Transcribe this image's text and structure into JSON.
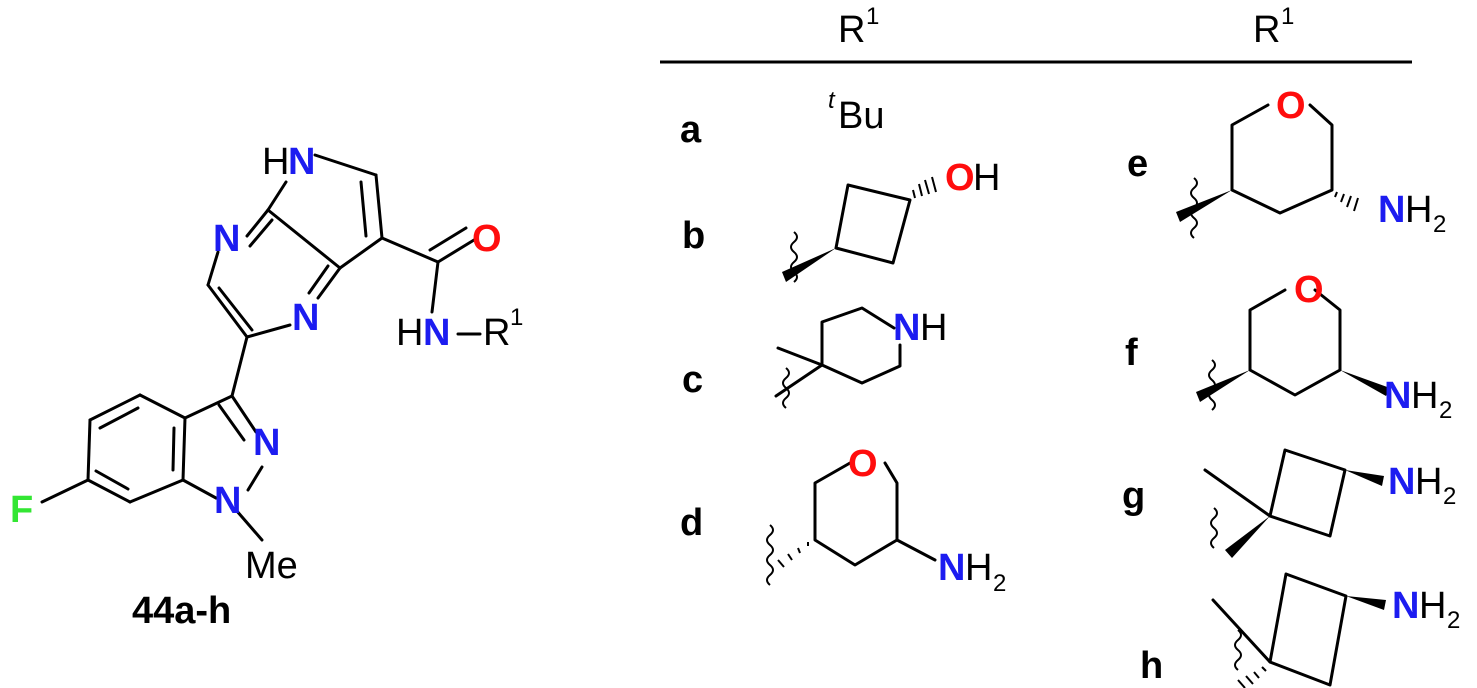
{
  "colors": {
    "nitrogen": "#1c1cf0",
    "oxygen": "#ff0d0d",
    "fluorine": "#33e633",
    "carbon": "#000000"
  },
  "core": {
    "compound_label": "44a-h",
    "atoms": {
      "HN_H": "H",
      "N_pyrrole": "N",
      "N_pyrazine_top": "N",
      "N_pyrazine_bottom": "N",
      "O_amide": "O",
      "amide_H": "H",
      "amide_N": "N",
      "amide_R": "R",
      "amide_R_sup": "1",
      "N_indazole_2": "N",
      "N_indazole_1": "N",
      "F": "F",
      "Me": "Me"
    }
  },
  "table": {
    "col1_header": "R",
    "col1_header_sup": "1",
    "col2_header": "R",
    "col2_header_sup": "1",
    "entries": [
      {
        "letter": "a",
        "r_label_sup": "t",
        "r_label": "Bu"
      },
      {
        "letter": "b",
        "O": "O",
        "H": "H"
      },
      {
        "letter": "c",
        "N": "N",
        "H": "H"
      },
      {
        "letter": "d",
        "O": "O",
        "N": "N",
        "H": "H",
        "sub": "2"
      },
      {
        "letter": "e",
        "O": "O",
        "N": "N",
        "H": "H",
        "sub": "2"
      },
      {
        "letter": "f",
        "O": "O",
        "N": "N",
        "H": "H",
        "sub": "2"
      },
      {
        "letter": "g",
        "N": "N",
        "H": "H",
        "sub": "2"
      },
      {
        "letter": "h",
        "N": "N",
        "H": "H",
        "sub": "2"
      }
    ]
  }
}
